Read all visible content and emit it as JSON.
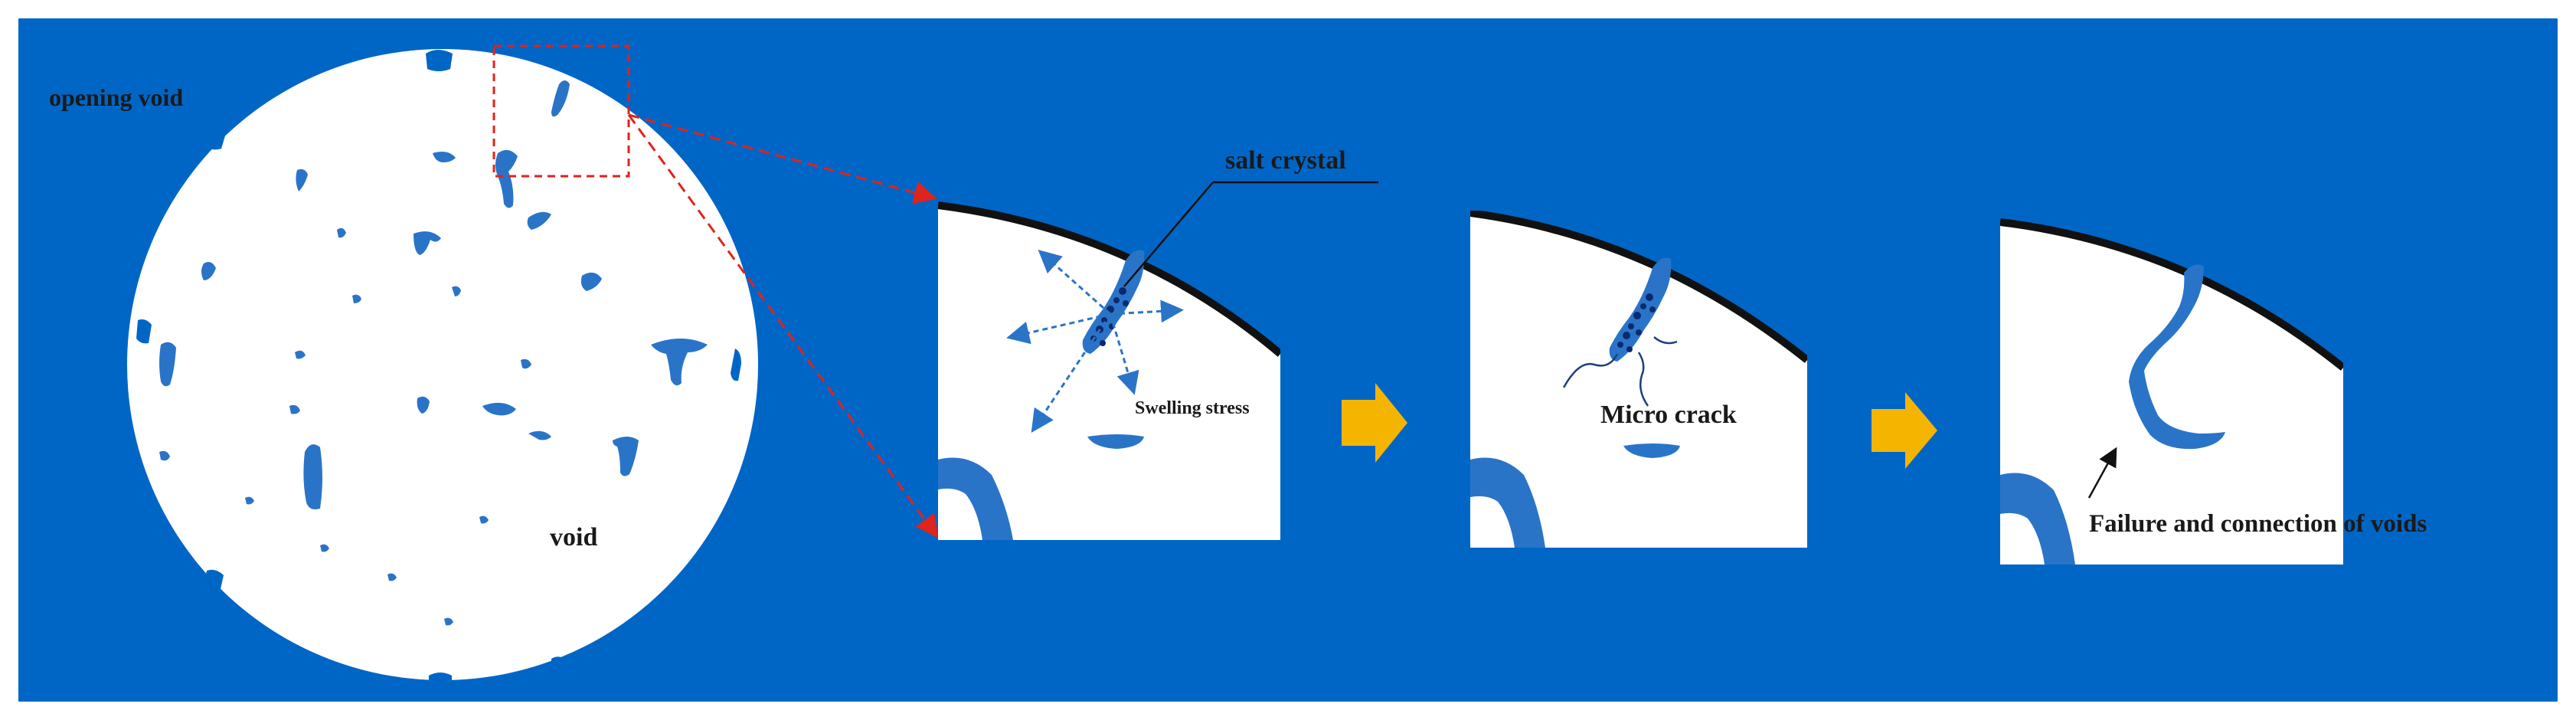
{
  "labels": {
    "opening_void": "opening void",
    "void": "void",
    "salt_crystal": "salt crystal",
    "swelling_stress": "Swelling stress",
    "micro_crack": "Micro crack",
    "failure": "Failure and connection of voids"
  },
  "colors": {
    "background": "#0066c6",
    "void": "#2a74c8",
    "void_light": "#3f86d2",
    "sample": "#ffffff",
    "zoom_box": "#e0231b",
    "arrow": "#f5b400",
    "crystal": "#0a2a6e"
  },
  "stages": [
    "salt-crystallization",
    "micro-cracking",
    "void-connection"
  ]
}
